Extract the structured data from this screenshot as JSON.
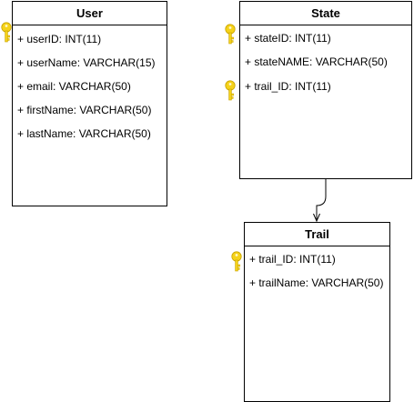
{
  "tables": {
    "user": {
      "title": "User",
      "fields": [
        "+ userID: INT(11)",
        "+ userName: VARCHAR(15)",
        "+ email: VARCHAR(50)",
        "+ firstName: VARCHAR(50)",
        "+ lastName: VARCHAR(50)"
      ]
    },
    "state": {
      "title": "State",
      "fields": [
        "+ stateID: INT(11)",
        "+ stateNAME: VARCHAR(50)",
        "+ trail_ID: INT(11)"
      ]
    },
    "trail": {
      "title": "Trail",
      "fields": [
        "+ trail_ID: INT(11)",
        "+ trailName: VARCHAR(50)"
      ]
    }
  },
  "colors": {
    "key": "#f5d21a",
    "key_shadow": "#c9a400",
    "line": "#000000"
  },
  "icons": {
    "key": "key-icon"
  }
}
